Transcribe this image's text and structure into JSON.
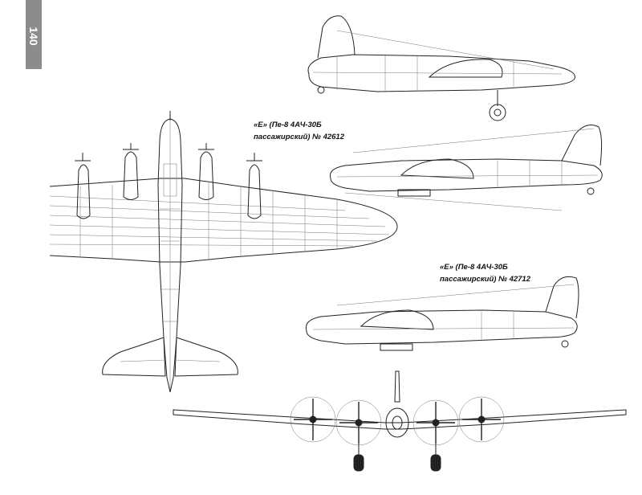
{
  "page": {
    "number": "140"
  },
  "captions": [
    {
      "line1": "«Е» (Пе-8 4АЧ-30Б",
      "line2": "пассажирский) № 42612"
    },
    {
      "line1": "«Е» (Пе-8 4АЧ-30Б",
      "line2": "пассажирский) № 42712"
    }
  ],
  "colors": {
    "line": "#222222",
    "tab": "#8c8c8c",
    "background": "#ffffff"
  }
}
